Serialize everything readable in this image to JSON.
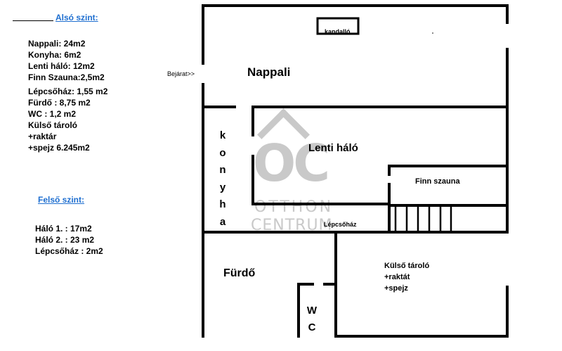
{
  "legend": {
    "lower_title": "Alsó szint:",
    "lower_items": [
      "Nappali: 24m2",
      "Konyha: 6m2",
      "Lenti háló: 12m2",
      "Finn Szauna:2,5m2",
      "Lépcsőház: 1,55 m2",
      "Fürdő : 8,75 m2",
      "WC : 1,2 m2",
      "Külső tároló",
      "+raktár",
      "+spejz  6.245m2"
    ],
    "upper_title": "Felső szint:",
    "upper_items": [
      "Háló 1. : 17m2",
      "Háló 2. : 23 m2",
      "Lépcsőház : 2m2"
    ]
  },
  "plan": {
    "fireplace": "kandalló",
    "entrance": "Bejárat>>",
    "living_room": "Nappali",
    "kitchen_letters": [
      "k",
      "o",
      "n",
      "y",
      "h",
      "a"
    ],
    "bedroom": "Lenti háló",
    "sauna": "Finn szauna",
    "stairwell": "Lépcsőház",
    "bathroom": "Fürdő",
    "storage_lines": [
      "Külső tároló",
      "+raktát",
      "+spejz"
    ],
    "wc_letters": [
      "W",
      "C"
    ]
  },
  "watermark": {
    "logo": "OC",
    "line1": "OTTHON",
    "line2": "CENTRUM"
  },
  "colors": {
    "heading": "#1f6fd0",
    "wall": "#000000",
    "watermark": "#c9c9c9"
  }
}
